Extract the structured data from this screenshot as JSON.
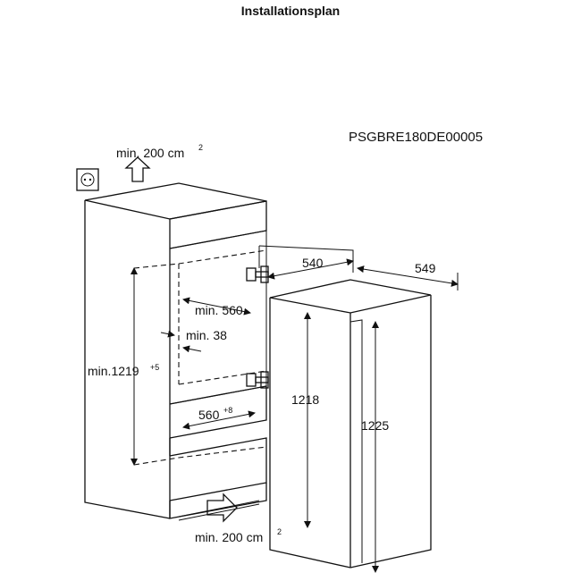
{
  "title": "Installationsplan",
  "model_code": "PSGBRE180DE00005",
  "labels": {
    "top_vent": "min. 200 cm",
    "top_vent_sup": "2",
    "bottom_vent": "min. 200 cm",
    "bottom_vent_sup": "2",
    "depth_min": "min. 560",
    "gap_min": "min. 38",
    "height_niche": "min.1219",
    "height_niche_sup": "+5",
    "width_niche": "560",
    "width_niche_sup": "+8",
    "width_appliance": "540",
    "depth_appliance": "549",
    "height_body": "1218",
    "height_total": "1225"
  },
  "icons": [
    "power-socket-icon",
    "ventilation-arrow-icon",
    "hinge-icon"
  ]
}
